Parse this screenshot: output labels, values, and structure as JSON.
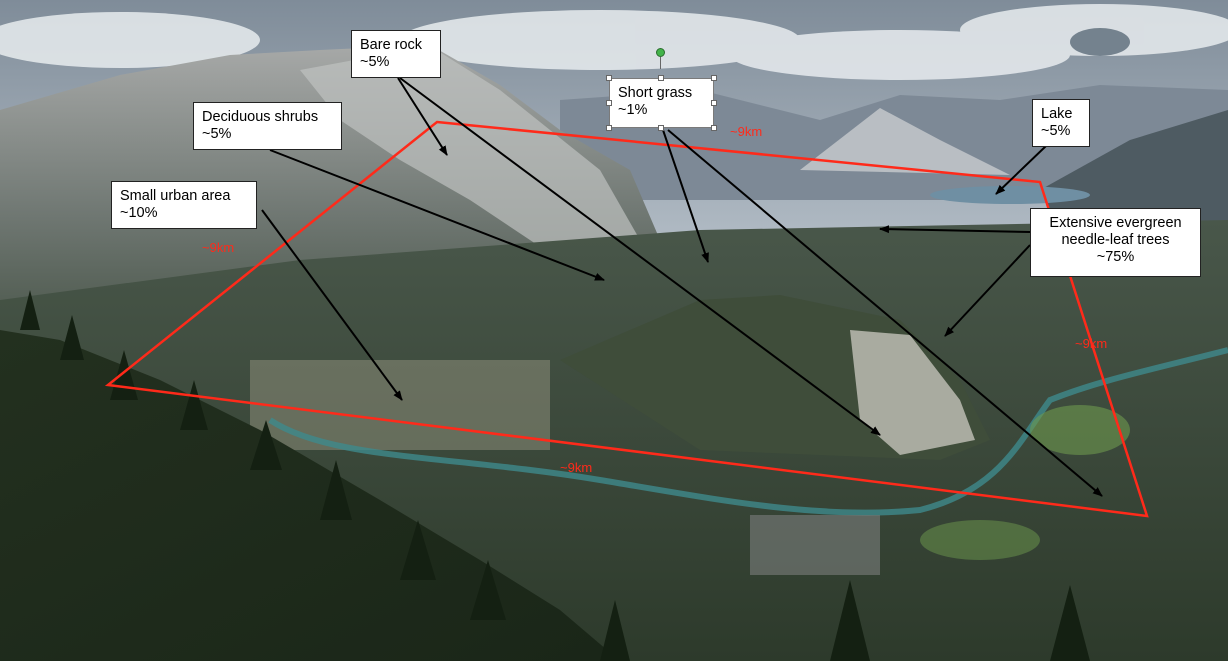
{
  "annotations": {
    "bare_rock": {
      "label": "Bare rock",
      "percent": "~5%"
    },
    "short_grass": {
      "label": "Short grass",
      "percent": "~1%"
    },
    "lake": {
      "label": "Lake",
      "percent": "~5%"
    },
    "deciduous_shrubs": {
      "label": "Deciduous shrubs",
      "percent": "~5%"
    },
    "small_urban_area": {
      "label": "Small urban area",
      "percent": "~10%"
    },
    "evergreen": {
      "label_line1": "Extensive evergreen",
      "label_line2": "needle-leaf trees",
      "percent": "~75%"
    }
  },
  "distances": {
    "top": "~9km",
    "left": "~9km",
    "right": "~9km",
    "bottom": "~9km"
  },
  "colors": {
    "outline": "#ff2a1a",
    "arrow": "#000000"
  }
}
